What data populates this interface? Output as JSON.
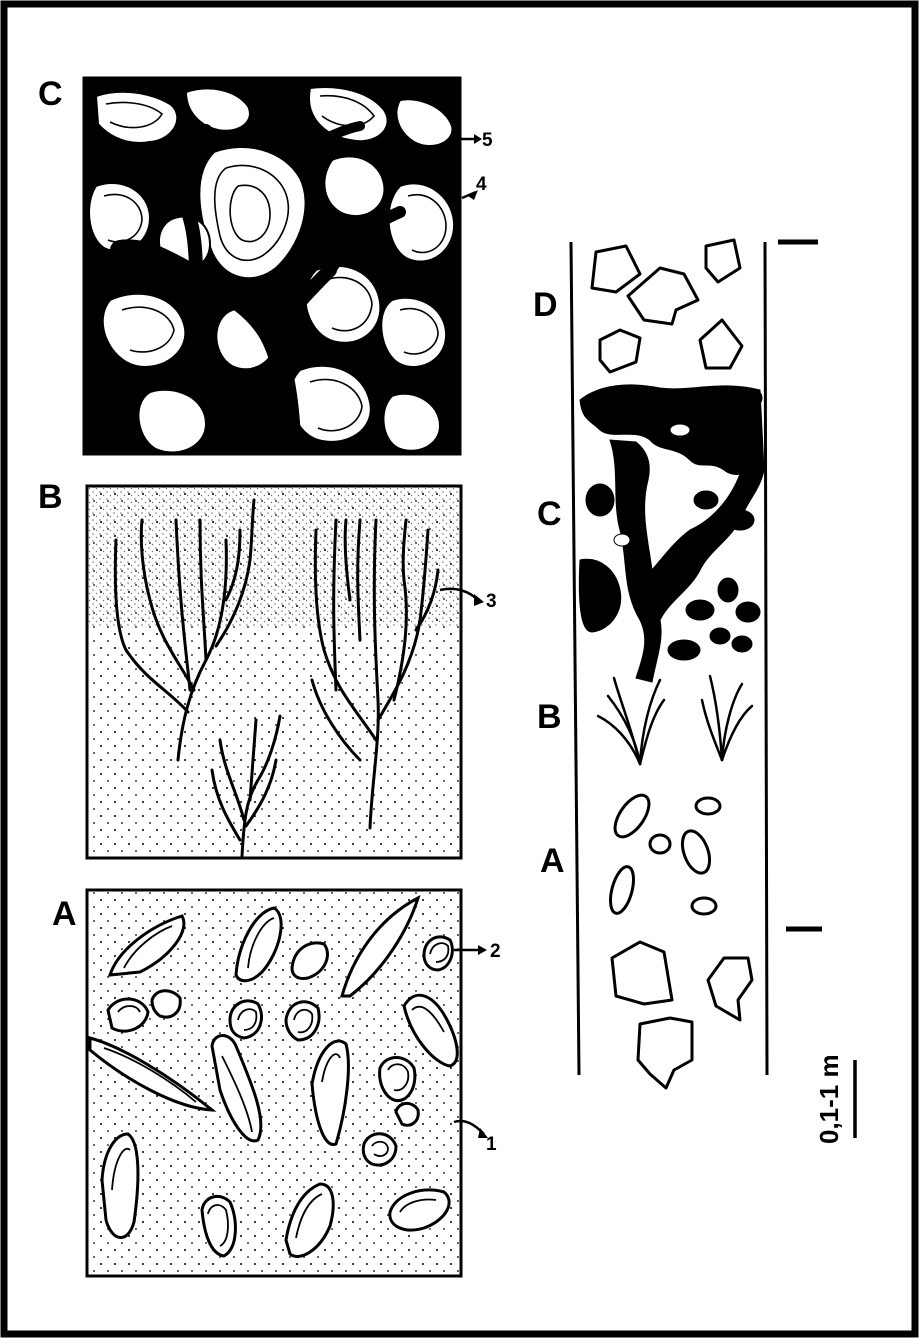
{
  "panels": {
    "C": {
      "letter": "C",
      "callouts": [
        "5",
        "4"
      ]
    },
    "B": {
      "letter": "B",
      "callouts": [
        "3"
      ]
    },
    "A": {
      "letter": "A",
      "callouts": [
        "2",
        "1"
      ]
    }
  },
  "column": {
    "zones": [
      "D",
      "C",
      "B",
      "A"
    ]
  },
  "scale": {
    "label": "0,1-1 m"
  },
  "colors": {
    "ink": "#000000",
    "paper": "#ffffff"
  }
}
